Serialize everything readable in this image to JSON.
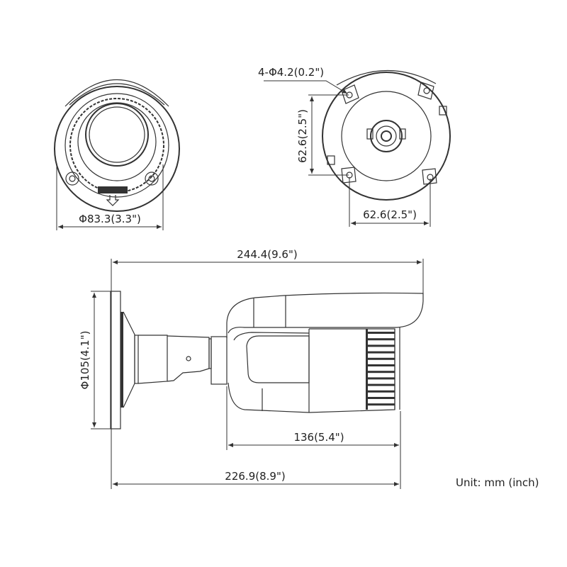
{
  "front_view": {
    "diameter_label": "Φ83.3(3.3\")"
  },
  "rear_view": {
    "hole_label": "4-Φ4.2(0.2\")",
    "vertical_spacing_label": "62.6(2.5\")",
    "horizontal_spacing_label": "62.6(2.5\")"
  },
  "side_view": {
    "overall_length_label": "244.4(9.6\")",
    "mount_diameter_label": "Φ105(4.1\")",
    "body_length_label": "136(5.4\")",
    "base_length_label": "226.9(8.9\")"
  },
  "unit_label": "Unit: mm (inch)"
}
